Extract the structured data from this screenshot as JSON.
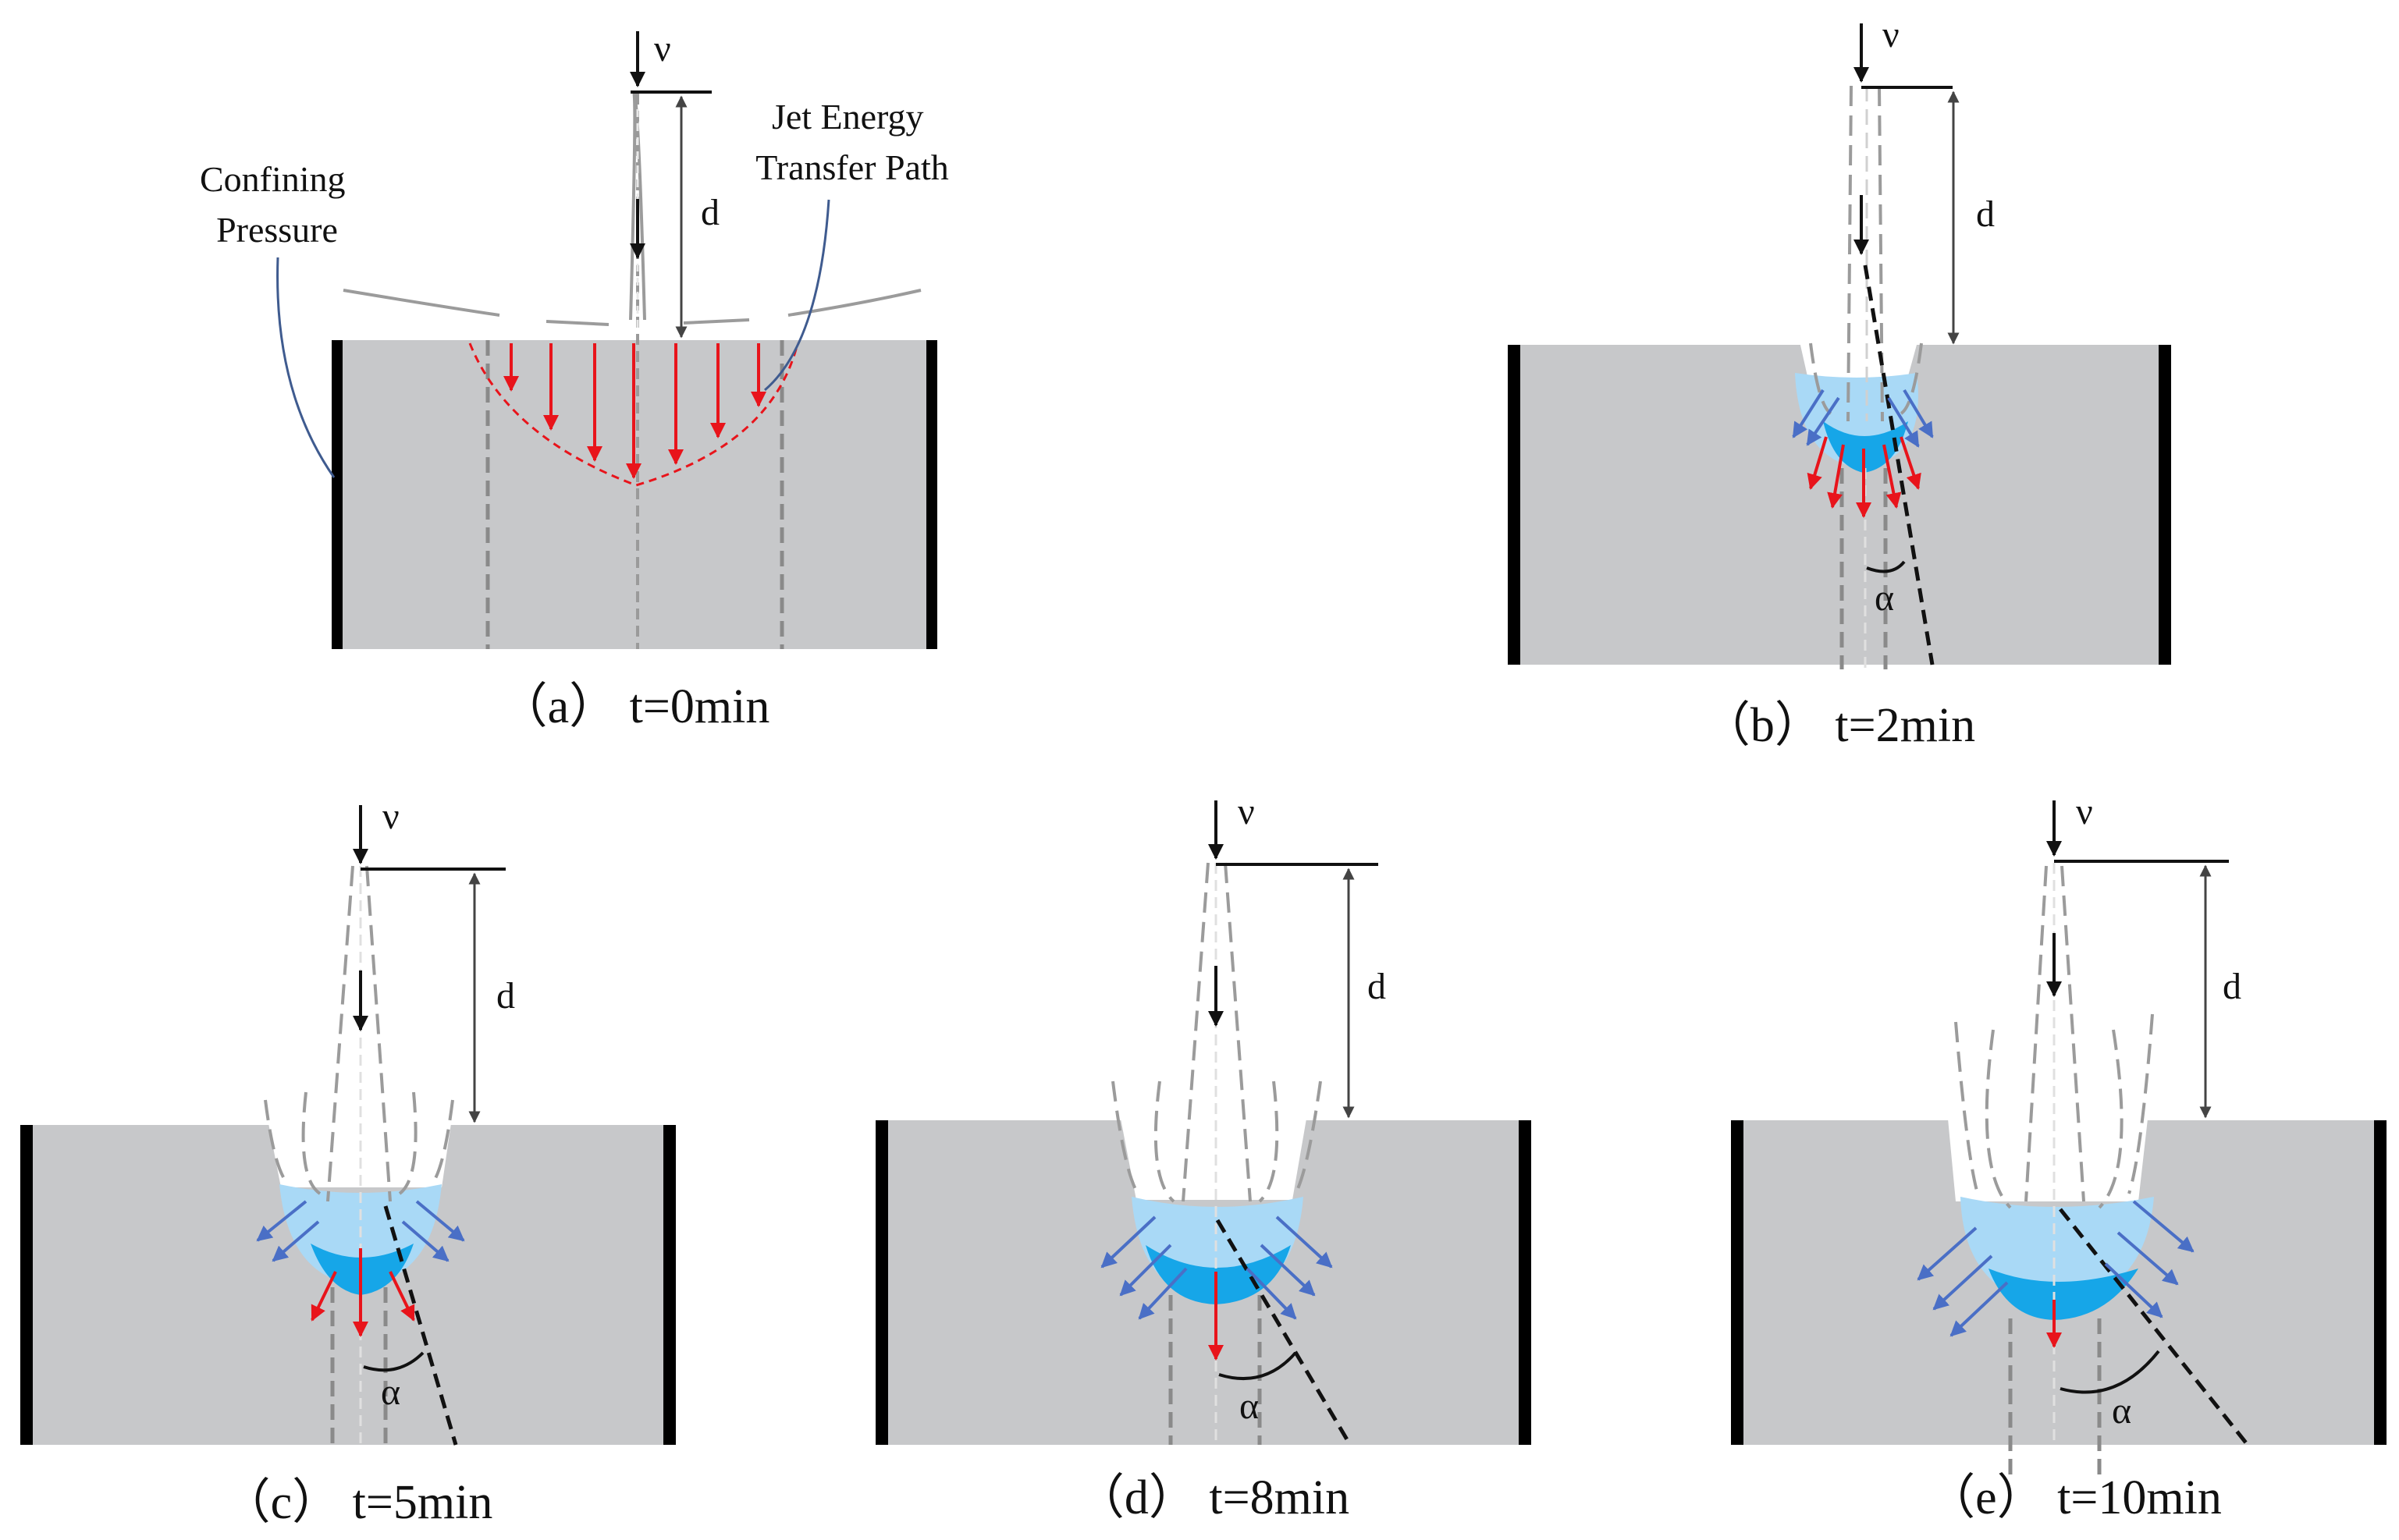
{
  "panels": [
    {
      "caption": "（a） t=0min",
      "velocity_symbol": "ν",
      "distance_symbol": "d",
      "angle_symbol": "",
      "annotations": [
        {
          "text": "Confining Pressure",
          "lines": [
            "Confining",
            "Pressure"
          ]
        },
        {
          "text": "Jet Energy Transfer Path",
          "lines": [
            "Jet Energy",
            "Transfer Path"
          ]
        }
      ]
    },
    {
      "caption": "（b） t=2min",
      "velocity_symbol": "ν",
      "distance_symbol": "d",
      "angle_symbol": "α"
    },
    {
      "caption": "（c） t=5min",
      "velocity_symbol": "ν",
      "distance_symbol": "d",
      "angle_symbol": "α"
    },
    {
      "caption": "（d） t=8min",
      "velocity_symbol": "ν",
      "distance_symbol": "d",
      "angle_symbol": "α"
    },
    {
      "caption": "（e） t=10min",
      "velocity_symbol": "ν",
      "distance_symbol": "d",
      "angle_symbol": "α"
    }
  ],
  "colors": {
    "rock": "#c7c8ca",
    "boundary": "#000000",
    "jet_outline": "#9b9b9b",
    "energy_arrow": "#e8141b",
    "reflected_arrow": "#4a6fc6",
    "cavity_light": "#a9d9f6",
    "cavity_dark": "#16a6e8",
    "energy_path": "#e8141b",
    "leader_line": "#3f5b8f"
  }
}
